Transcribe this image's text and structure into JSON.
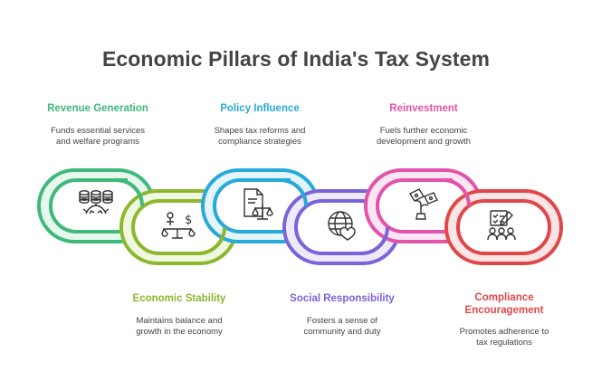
{
  "title": "Economic Pillars of India's Tax System",
  "pillars": [
    {
      "title": "Revenue Generation",
      "desc1": "Funds essential services",
      "desc2": "and welfare programs",
      "color": "#3fb979",
      "icon": "money-stacks-icon"
    },
    {
      "title": "Economic Stability",
      "desc1": "Maintains balance and",
      "desc2": "growth in the economy",
      "color": "#8cb82e",
      "icon": "balance-dollar-icon"
    },
    {
      "title": "Policy Influence",
      "desc1": "Shapes tax reforms and",
      "desc2": "compliance strategies",
      "color": "#27a9d9",
      "icon": "document-scale-icon"
    },
    {
      "title": "Social Responsibility",
      "desc1": "Fosters a sense of",
      "desc2": "community and duty",
      "color": "#7b63d9",
      "icon": "globe-heart-icon"
    },
    {
      "title": "Reinvestment",
      "desc1": "Fuels further economic",
      "desc2": "development and growth",
      "color": "#e054a9",
      "icon": "money-plant-icon"
    },
    {
      "title": "Compliance",
      "title2": "Encouragement",
      "desc1": "Promotes adherence to",
      "desc2": "tax regulations",
      "color": "#e0474a",
      "icon": "checklist-people-icon"
    }
  ]
}
